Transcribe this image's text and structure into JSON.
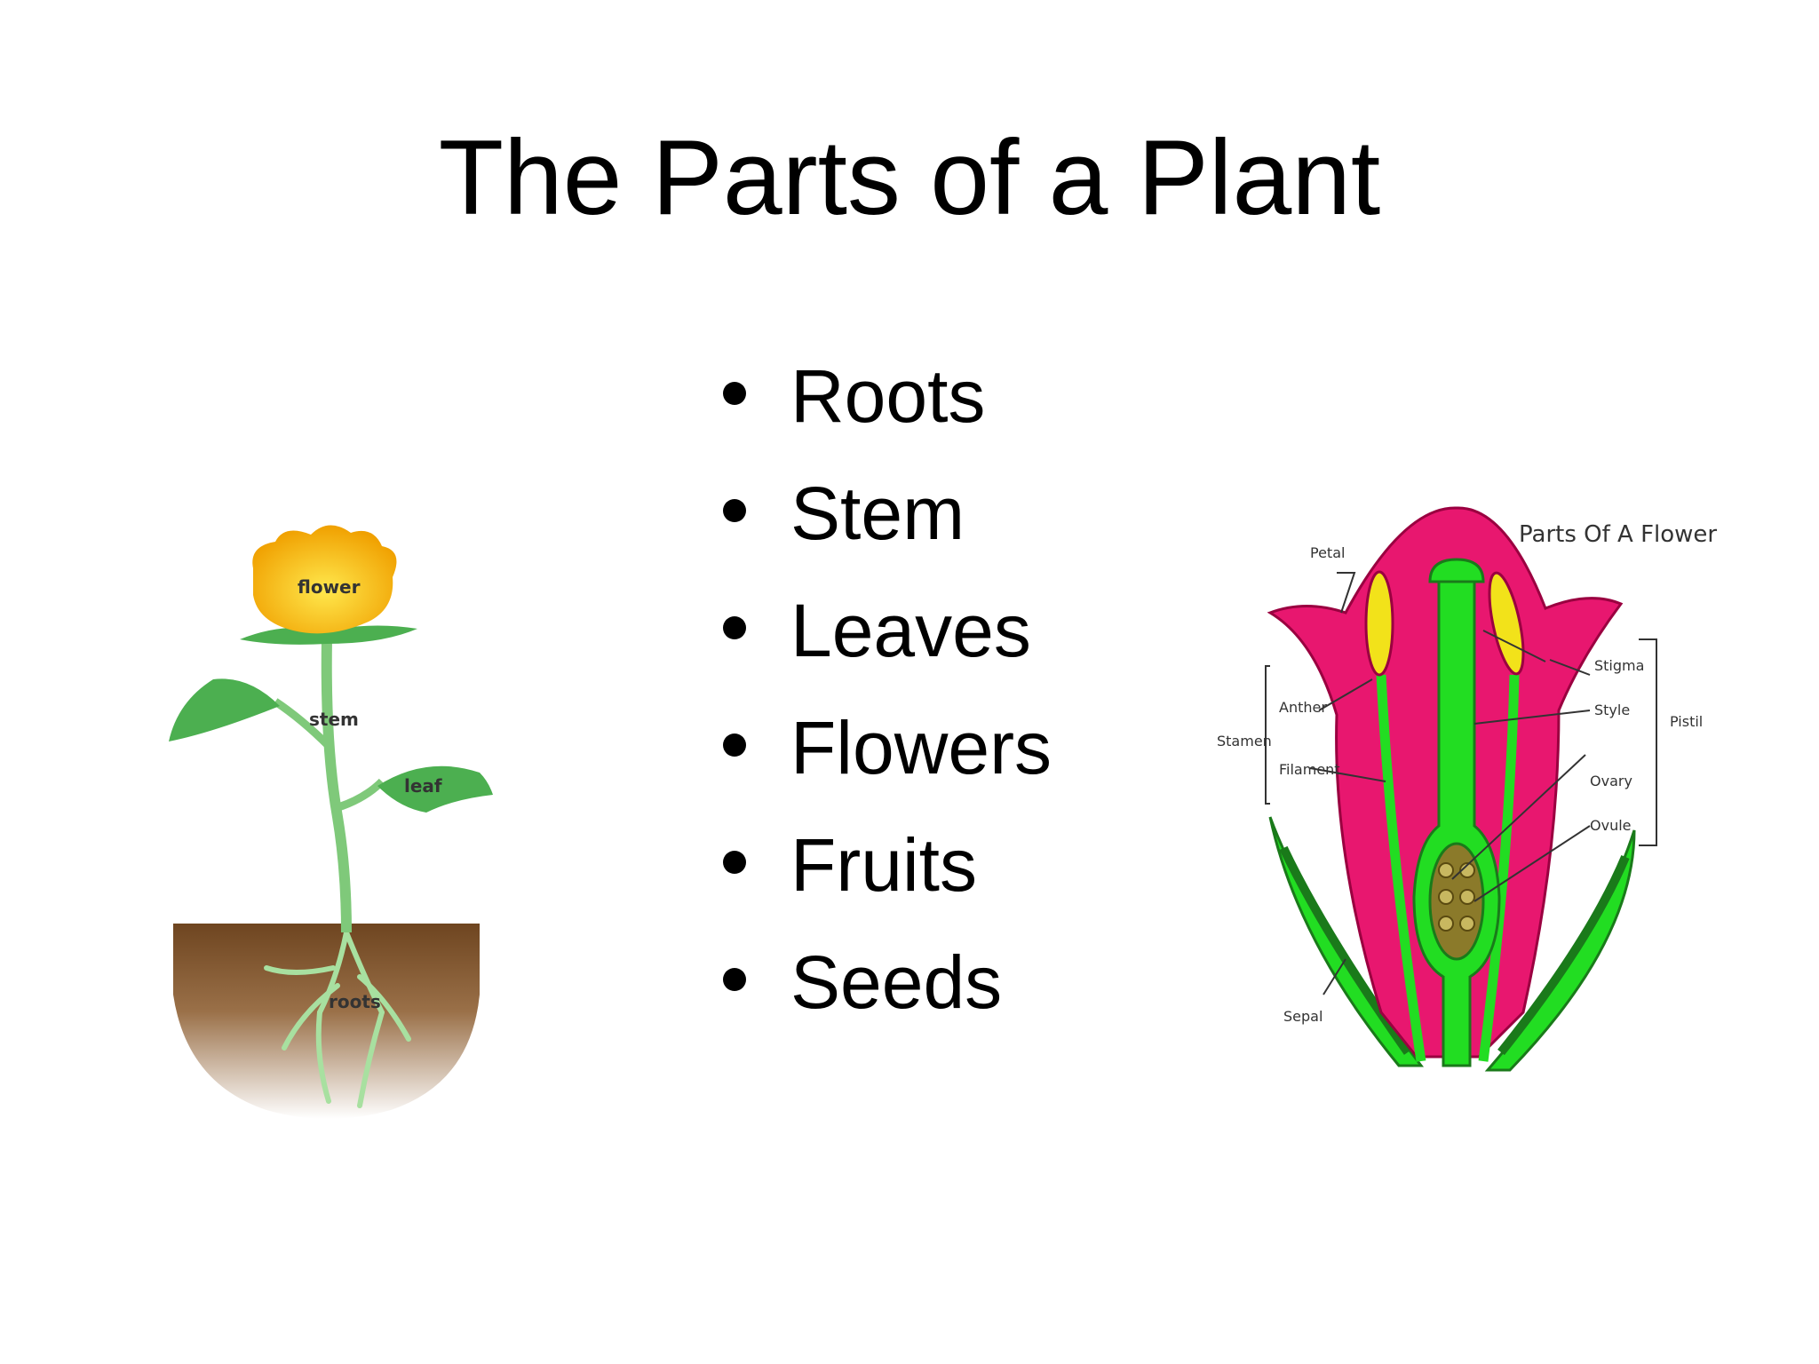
{
  "slide": {
    "title": "The Parts of a Plant",
    "bullets": [
      "Roots",
      "Stem",
      "Leaves",
      "Flowers",
      "Fruits",
      "Seeds"
    ]
  },
  "plant_diagram": {
    "labels": {
      "flower": "flower",
      "stem": "stem",
      "leaf": "leaf",
      "roots": "roots"
    }
  },
  "flower_diagram": {
    "title": "Parts Of A Flower",
    "labels": {
      "petal": "Petal",
      "stigma": "Stigma",
      "style": "Style",
      "pistil": "Pistil",
      "anther": "Anther",
      "stamen": "Stamen",
      "filament": "Filament",
      "ovary": "Ovary",
      "ovule": "Ovule",
      "sepal": "Sepal"
    }
  },
  "colors": {
    "petal": "#e8176f",
    "green": "#22dd22",
    "sepal_dark": "#1a7a1a",
    "anther": "#f2e21a",
    "ovary": "#8b7a2a",
    "leaf": "#4caf50",
    "soil": "#6e4520",
    "flower_yellow": "#f7b500"
  }
}
